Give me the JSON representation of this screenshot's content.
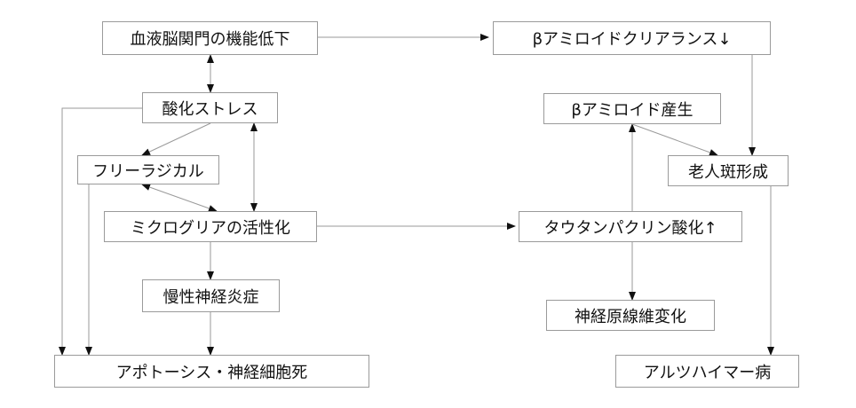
{
  "nodes": {
    "bbb": {
      "label": "血液脳関門の機能低下"
    },
    "oxidative": {
      "label": "酸化ストレス"
    },
    "radical": {
      "label": "フリーラジカル"
    },
    "microglia": {
      "label": "ミクログリアの活性化"
    },
    "inflam": {
      "label": "慢性神経炎症"
    },
    "apoptosis": {
      "label": "アポトーシス・神経細胞死"
    },
    "clearance": {
      "label": "βアミロイドクリアランス↓"
    },
    "production": {
      "label": "βアミロイド産生"
    },
    "plaque": {
      "label": "老人斑形成"
    },
    "tau": {
      "label": "タウタンパクリン酸化↑"
    },
    "tangle": {
      "label": "神経原線維変化"
    },
    "alz": {
      "label": "アルツハイマー病"
    }
  },
  "colors": {
    "border": "#9a9a9a",
    "line": "#9a9a9a",
    "arrow": "#111111"
  }
}
